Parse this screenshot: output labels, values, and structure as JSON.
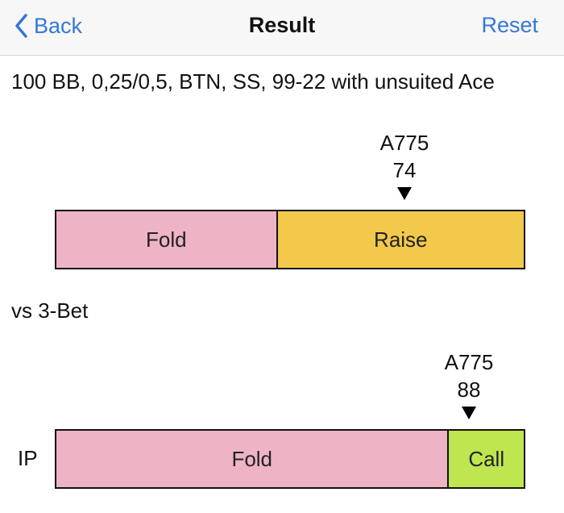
{
  "navbar": {
    "back_label": "Back",
    "title": "Result",
    "reset_label": "Reset"
  },
  "summary": "100 BB, 0,25/0,5, BTN, SS, 99-22 with unsuited Ace",
  "open_chart": {
    "marker": {
      "code": "A775",
      "value": "74",
      "position_fraction": 0.74
    },
    "segments": [
      {
        "label": "Fold",
        "fraction": 0.47,
        "color": "#efb3c6"
      },
      {
        "label": "Raise",
        "fraction": 0.53,
        "color": "#f3c94b"
      }
    ]
  },
  "vs3bet": {
    "title": "vs 3-Bet",
    "row_label": "IP",
    "marker": {
      "code": "A775",
      "value": "88",
      "position_fraction": 0.88
    },
    "segments": [
      {
        "label": "Fold",
        "fraction": 0.837,
        "color": "#efb3c6"
      },
      {
        "label": "Call",
        "fraction": 0.163,
        "color": "#bfe64f"
      }
    ]
  },
  "colors": {
    "accent": "#3478d4",
    "fold": "#efb3c6",
    "raise": "#f3c94b",
    "call": "#bfe64f"
  }
}
